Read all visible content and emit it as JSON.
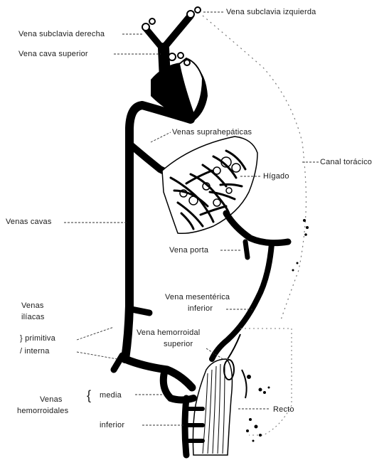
{
  "diagram": {
    "labels": {
      "vena_subclavia_izquierda": "Vena subclavia izquierda",
      "vena_subclavia_derecha": "Vena subclavia derecha",
      "vena_cava_superior": "Vena cava superior",
      "venas_suprahepaticas": "Venas suprahepáticas",
      "canal_toracico": "Canal torácico",
      "higado": "Hígado",
      "venas_cavas": "Venas cavas",
      "vena_porta": "Vena porta",
      "vena_mesenterica_line1": "Vena mesentérica",
      "vena_mesenterica_line2": "inferior",
      "venas_iliacas_line1": "Venas",
      "venas_iliacas_line2": "ilíacas",
      "iliaca_primitiva": "primitiva",
      "iliaca_interna": "interna",
      "vena_hemorroidal_line1": "Vena hemorroidal",
      "vena_hemorroidal_line2": "superior",
      "venas_hemorroidales_line1": "Venas",
      "venas_hemorroidales_line2": "hemorroidales",
      "hemorroidal_media": "media",
      "hemorroidal_inferior": "inferior",
      "recto": "Recto"
    }
  }
}
